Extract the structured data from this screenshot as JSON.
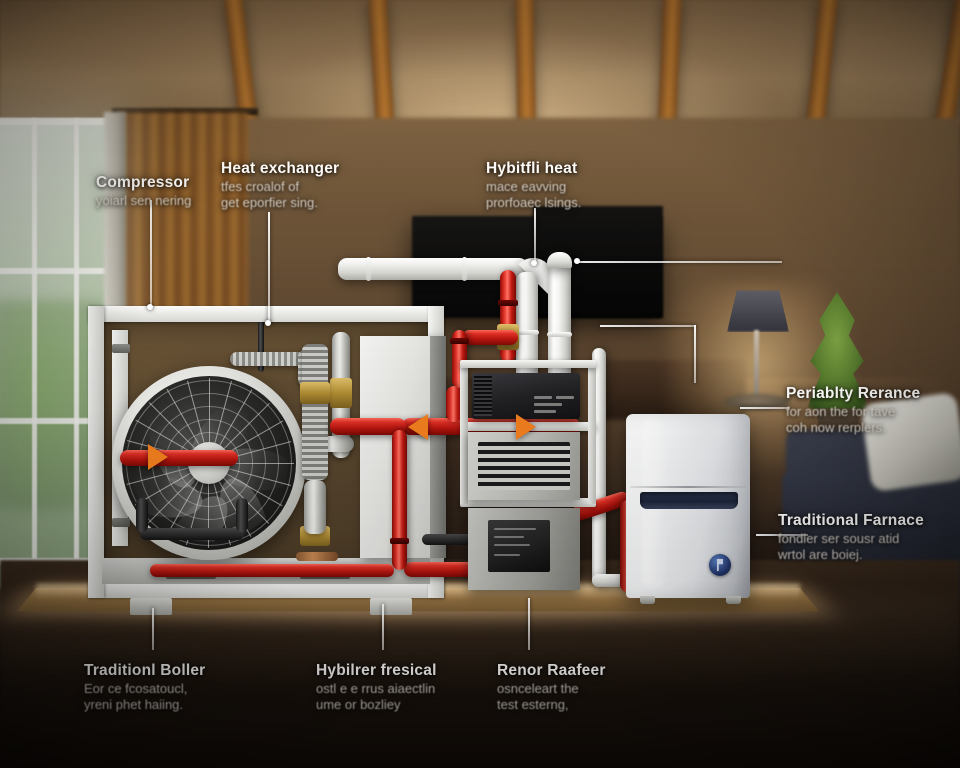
{
  "scene": {
    "title": "Hybrid Heat Pump System Cutaway Diagram",
    "setting": "living-room-interior"
  },
  "colors": {
    "accent_arrow": "#f4801f",
    "refrigerant_pipe": "#e03127",
    "duct_white": "#f2f2f0",
    "platform": "#9c7846",
    "callout_text": "#fdfcfa",
    "callout_subtext": "#ddd6cc",
    "furnace_body": "#f5f6f7",
    "furnace_badge": "#22356b"
  },
  "callouts": [
    {
      "id": "compressor",
      "title": "Compressor",
      "subtitle": "yoiarl sen nering",
      "position": "top-left"
    },
    {
      "id": "heat-exchanger",
      "title": "Heat exchanger",
      "subtitle_line1": "tfes croalof of",
      "subtitle_line2": "get eporfier sing.",
      "position": "top-center-left"
    },
    {
      "id": "hybrid-heat",
      "title": "Hybitfli heat",
      "subtitle_line1": "mace eavving",
      "subtitle_line2": "prorfoaec lsings.",
      "position": "top-center-right"
    },
    {
      "id": "periably-rerance",
      "title": "Periablty Rerance",
      "subtitle_line1": "for aon the for tave",
      "subtitle_line2": "coh now rerplers.",
      "position": "right-upper"
    },
    {
      "id": "traditional-furnace",
      "title": "Traditional Farnace",
      "subtitle_line1": "fondler ser sousr atid",
      "subtitle_line2": "wrtol are boiej.",
      "position": "right-lower"
    },
    {
      "id": "traditional-boiler",
      "title": "Traditionl Boller",
      "subtitle_line1": "Eor ce fcosatoucl,",
      "subtitle_line2": "yreni phet haiing.",
      "position": "bottom-left"
    },
    {
      "id": "hybrid-fresical",
      "title": "Hybilrer fresical",
      "subtitle_line1": "ostl e e rrus aiaectlin",
      "subtitle_line2": "ume or bozliey",
      "position": "bottom-center-left"
    },
    {
      "id": "renor-rafteer",
      "title": "Renor Raafeer",
      "subtitle_line1": "osnceleart the",
      "subtitle_line2": "test esterng,",
      "position": "bottom-center-right"
    }
  ],
  "components": {
    "outdoor_unit": "heat-pump-outdoor-unit",
    "fan": "axial-fan",
    "flue_ducts": "white-pvc-flue-ducts",
    "refrigerant_lines": "red-refrigerant-pipes",
    "control_module": "black-control-module",
    "air_handler": "louvered-air-handler",
    "furnace": "wall-mounted-boiler-furnace",
    "platform": "display-platform"
  },
  "flow_arrows": [
    {
      "id": "arrow-inlet",
      "direction": "right"
    },
    {
      "id": "arrow-mid-left",
      "direction": "left"
    },
    {
      "id": "arrow-mid-right",
      "direction": "right"
    }
  ]
}
